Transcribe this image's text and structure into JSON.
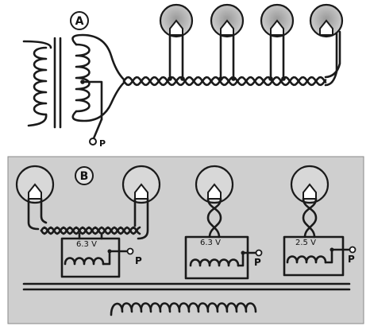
{
  "panel_a": {
    "label": "A",
    "tap_label": "P"
  },
  "panel_b": {
    "label": "B",
    "windings": [
      {
        "voltage": "6.3 V",
        "tap_label": "P"
      },
      {
        "voltage": "6.3 V",
        "tap_label": "P"
      },
      {
        "voltage": "2.5 V",
        "tap_label": "P"
      }
    ]
  },
  "colors": {
    "ink": "#1a1a1a",
    "panel_b_background": "#cfcfcf",
    "bulb_fill": "#bdbdbd"
  }
}
